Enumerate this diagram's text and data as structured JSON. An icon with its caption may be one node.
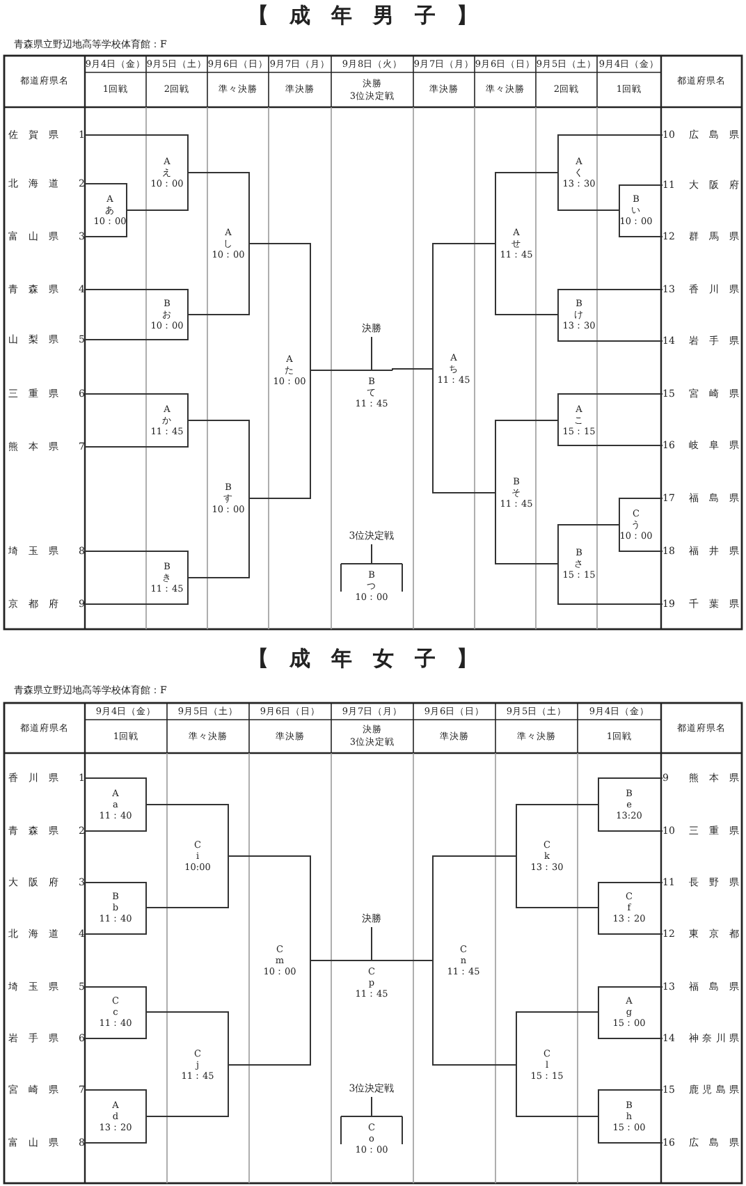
{
  "diagram": {
    "nodes": [
      {
        "text": [
          "佐賀県",
          "1"
        ]
      },
      {
        "text": [
          "北海道",
          "2"
        ]
      },
      {
        "text": [
          "富山県",
          "3"
        ]
      },
      {
        "text": [
          "青森県",
          "4"
        ]
      },
      {
        "text": [
          "山梨県",
          "5"
        ]
      },
      {
        "text": [
          "三重県",
          "6"
        ]
      },
      {
        "text": [
          "熊本県",
          "7"
        ]
      },
      {
        "text": [
          "埼玉県",
          "8"
        ]
      },
      {
        "text": [
          "京都府",
          "9"
        ]
      },
      {
        "text": [
          "10",
          "広島県"
        ]
      },
      {
        "text": [
          "11",
          "大阪府"
        ]
      },
      {
        "text": [
          "12",
          "群馬県"
        ]
      },
      {
        "text": [
          "13",
          "香川県"
        ]
      },
      {
        "text": [
          "14",
          "岩手県"
        ]
      },
      {
        "text": [
          "15",
          "宮崎県"
        ]
      },
      {
        "text": [
          "16",
          "岐阜県"
        ]
      },
      {
        "text": [
          "17",
          "福島県"
        ]
      },
      {
        "text": [
          "18",
          "福井県"
        ]
      },
      {
        "text": [
          "19",
          "千葉県"
        ]
      },
      {
        "text": [
          "A",
          "あ",
          "10：00"
        ]
      },
      {
        "text": [
          "A",
          "え",
          "10：00"
        ]
      },
      {
        "text": [
          "B",
          "お",
          "10：00"
        ]
      },
      {
        "text": [
          "A",
          "か",
          "11：45"
        ]
      },
      {
        "text": [
          "B",
          "き",
          "11：45"
        ]
      },
      {
        "text": [
          "A",
          "し",
          "10：00"
        ]
      },
      {
        "text": [
          "B",
          "す",
          "10：00"
        ]
      },
      {
        "text": [
          "A",
          "た",
          "10：00"
        ]
      },
      {
        "text": [
          "B",
          "て",
          "11：45"
        ],
        "beside": [
          "決勝"
        ]
      },
      {
        "text": [
          "B",
          "つ",
          "10：00"
        ],
        "beside": [
          "3位決定戦"
        ]
      },
      {
        "text": [
          "A",
          "ち",
          "11：45"
        ]
      },
      {
        "text": [
          "A",
          "せ",
          "11：45"
        ]
      },
      {
        "text": [
          "B",
          "そ",
          "11：45"
        ]
      },
      {
        "text": [
          "A",
          "く",
          "13：30"
        ]
      },
      {
        "text": [
          "B",
          "い",
          "10：00"
        ]
      },
      {
        "text": [
          "B",
          "け",
          "13：30"
        ]
      },
      {
        "text": [
          "A",
          "こ",
          "15：15"
        ]
      },
      {
        "text": [
          "B",
          "さ",
          "15：15"
        ]
      },
      {
        "text": [
          "C",
          "う",
          "10：00"
        ]
      },
      {
        "text": [
          "香川県",
          "1"
        ]
      },
      {
        "text": [
          "青森県",
          "2"
        ]
      },
      {
        "text": [
          "大阪府",
          "3"
        ]
      },
      {
        "text": [
          "北海道",
          "4"
        ]
      },
      {
        "text": [
          "埼玉県",
          "5"
        ]
      },
      {
        "text": [
          "岩手県",
          "6"
        ]
      },
      {
        "text": [
          "宮崎県",
          "7"
        ]
      },
      {
        "text": [
          "富山県",
          "8"
        ]
      },
      {
        "text": [
          "9",
          "熊本県"
        ]
      },
      {
        "text": [
          "10",
          "三重県"
        ]
      },
      {
        "text": [
          "11",
          "長野県"
        ]
      },
      {
        "text": [
          "12",
          "東京都"
        ]
      },
      {
        "text": [
          "13",
          "福島県"
        ]
      },
      {
        "text": [
          "14",
          "神奈川県"
        ]
      },
      {
        "text": [
          "15",
          "鹿児島県"
        ]
      },
      {
        "text": [
          "16",
          "広島県"
        ]
      },
      {
        "text": [
          "A",
          "a",
          "11：40"
        ]
      },
      {
        "text": [
          "B",
          "b",
          "11：40"
        ]
      },
      {
        "text": [
          "C",
          "c",
          "11：40"
        ]
      },
      {
        "text": [
          "A",
          "d",
          "13：20"
        ]
      },
      {
        "text": [
          "C",
          "i",
          "10:00"
        ]
      },
      {
        "text": [
          "C",
          "j",
          "11：45"
        ]
      },
      {
        "text": [
          "C",
          "m",
          "10：00"
        ]
      },
      {
        "text": [
          "C",
          "p",
          "11：45"
        ],
        "beside": [
          "決勝"
        ]
      },
      {
        "text": [
          "C",
          "o",
          "10：00"
        ],
        "beside": [
          "3位決定戦"
        ]
      },
      {
        "text": [
          "C",
          "n",
          "11：45"
        ]
      },
      {
        "text": [
          "C",
          "k",
          "13：30"
        ]
      },
      {
        "text": [
          "C",
          "l",
          "15：15"
        ]
      },
      {
        "text": [
          "B",
          "e",
          "13:20"
        ]
      },
      {
        "text": [
          "C",
          "f",
          "13：20"
        ]
      },
      {
        "text": [
          "A",
          "g",
          "15：00"
        ]
      },
      {
        "text": [
          "B",
          "h",
          "15：00"
        ]
      }
    ],
    "edges": [
      {
        "from": 0,
        "to": 20,
        "arrow": "none"
      },
      {
        "from": 1,
        "to": 19,
        "arrow": "none"
      },
      {
        "from": 2,
        "to": 19,
        "arrow": "none"
      },
      {
        "from": 19,
        "to": 20,
        "arrow": "none"
      },
      {
        "from": 3,
        "to": 21,
        "arrow": "none"
      },
      {
        "from": 4,
        "to": 21,
        "arrow": "none"
      },
      {
        "from": 5,
        "to": 22,
        "arrow": "none"
      },
      {
        "from": 6,
        "to": 22,
        "arrow": "none"
      },
      {
        "from": 7,
        "to": 23,
        "arrow": "none"
      },
      {
        "from": 8,
        "to": 23,
        "arrow": "none"
      },
      {
        "from": 20,
        "to": 24,
        "arrow": "none"
      },
      {
        "from": 21,
        "to": 24,
        "arrow": "none"
      },
      {
        "from": 22,
        "to": 25,
        "arrow": "none"
      },
      {
        "from": 23,
        "to": 25,
        "arrow": "none"
      },
      {
        "from": 24,
        "to": 26,
        "arrow": "none"
      },
      {
        "from": 25,
        "to": 26,
        "arrow": "none"
      },
      {
        "from": 26,
        "to": 27,
        "arrow": "none"
      },
      {
        "from": 29,
        "to": 27,
        "arrow": "none"
      },
      {
        "from": null,
        "to": 28,
        "arrow": "none"
      },
      {
        "from": null,
        "to": 28,
        "arrow": "none"
      },
      {
        "from": 30,
        "to": 29,
        "arrow": "none"
      },
      {
        "from": 31,
        "to": 29,
        "arrow": "none"
      },
      {
        "from": 32,
        "to": 30,
        "arrow": "none"
      },
      {
        "from": 34,
        "to": 30,
        "arrow": "none"
      },
      {
        "from": 35,
        "to": 31,
        "arrow": "none"
      },
      {
        "from": 36,
        "to": 31,
        "arrow": "none"
      },
      {
        "from": 9,
        "to": 32,
        "arrow": "none"
      },
      {
        "from": 33,
        "to": 32,
        "arrow": "none"
      },
      {
        "from": 10,
        "to": 33,
        "arrow": "none"
      },
      {
        "from": 11,
        "to": 33,
        "arrow": "none"
      },
      {
        "from": 12,
        "to": 34,
        "arrow": "none"
      },
      {
        "from": 13,
        "to": 34,
        "arrow": "none"
      },
      {
        "from": 14,
        "to": 35,
        "arrow": "none"
      },
      {
        "from": 15,
        "to": 35,
        "arrow": "none"
      },
      {
        "from": 16,
        "to": 37,
        "arrow": "none"
      },
      {
        "from": 17,
        "to": 37,
        "arrow": "none"
      },
      {
        "from": 37,
        "to": 36,
        "arrow": "none"
      },
      {
        "from": 18,
        "to": 36,
        "arrow": "none"
      },
      {
        "from": 38,
        "to": 54,
        "arrow": "none"
      },
      {
        "from": 39,
        "to": 54,
        "arrow": "none"
      },
      {
        "from": 40,
        "to": 55,
        "arrow": "none"
      },
      {
        "from": 41,
        "to": 55,
        "arrow": "none"
      },
      {
        "from": 42,
        "to": 56,
        "arrow": "none"
      },
      {
        "from": 43,
        "to": 56,
        "arrow": "none"
      },
      {
        "from": 44,
        "to": 57,
        "arrow": "none"
      },
      {
        "from": 45,
        "to": 57,
        "arrow": "none"
      },
      {
        "from": 54,
        "to": 58,
        "arrow": "none"
      },
      {
        "from": 55,
        "to": 58,
        "arrow": "none"
      },
      {
        "from": 56,
        "to": 59,
        "arrow": "none"
      },
      {
        "from": 57,
        "to": 59,
        "arrow": "none"
      },
      {
        "from": 58,
        "to": 60,
        "arrow": "none"
      },
      {
        "from": 59,
        "to": 60,
        "arrow": "none"
      },
      {
        "from": 60,
        "to": 61,
        "arrow": "none"
      },
      {
        "from": 63,
        "to": 61,
        "arrow": "none"
      },
      {
        "from": null,
        "to": 62,
        "arrow": "none"
      },
      {
        "from": null,
        "to": 62,
        "arrow": "none"
      },
      {
        "from": 64,
        "to": 63,
        "arrow": "none"
      },
      {
        "from": 65,
        "to": 63,
        "arrow": "none"
      },
      {
        "from": 66,
        "to": 64,
        "arrow": "none"
      },
      {
        "from": 67,
        "to": 64,
        "arrow": "none"
      },
      {
        "from": 68,
        "to": 65,
        "arrow": "none"
      },
      {
        "from": 69,
        "to": 65,
        "arrow": "none"
      },
      {
        "from": 46,
        "to": 66,
        "arrow": "none"
      },
      {
        "from": 47,
        "to": 66,
        "arrow": "none"
      },
      {
        "from": 48,
        "to": 67,
        "arrow": "none"
      },
      {
        "from": 49,
        "to": 67,
        "arrow": "none"
      },
      {
        "from": 50,
        "to": 68,
        "arrow": "none"
      },
      {
        "from": 51,
        "to": 68,
        "arrow": "none"
      },
      {
        "from": 52,
        "to": 69,
        "arrow": "none"
      },
      {
        "from": 53,
        "to": 69,
        "arrow": "none"
      }
    ],
    "labels": [
      "【成年男子】",
      "青森県立野辺地高等学校体育館：F",
      "都道府県名",
      "9月4日（金）",
      "9月5日（土）",
      "9月6日（日）",
      "9月7日（月）",
      "9月8日（火）",
      "9月7日（月）",
      "9月6日（日）",
      "9月5日（土）",
      "9月4日（金）",
      "都道府県名",
      "1回戦",
      "2回戦",
      "準々決勝",
      "準決勝",
      "決勝 3位決定戦",
      "準決勝",
      "準々決勝",
      "2回戦",
      "1回戦",
      "【成年女子】",
      "青森県立野辺地高等学校体育館：F",
      "都道府県名",
      "9月4日（金）",
      "9月5日（土）",
      "9月6日（日）",
      "9月7日（月）",
      "9月6日（日）",
      "9月5日（土）",
      "9月4日（金）",
      "都道府県名",
      "1回戦",
      "準々決勝",
      "準決勝",
      "決勝 3位決定戦",
      "準決勝",
      "準々決勝",
      "1回戦"
    ]
  }
}
